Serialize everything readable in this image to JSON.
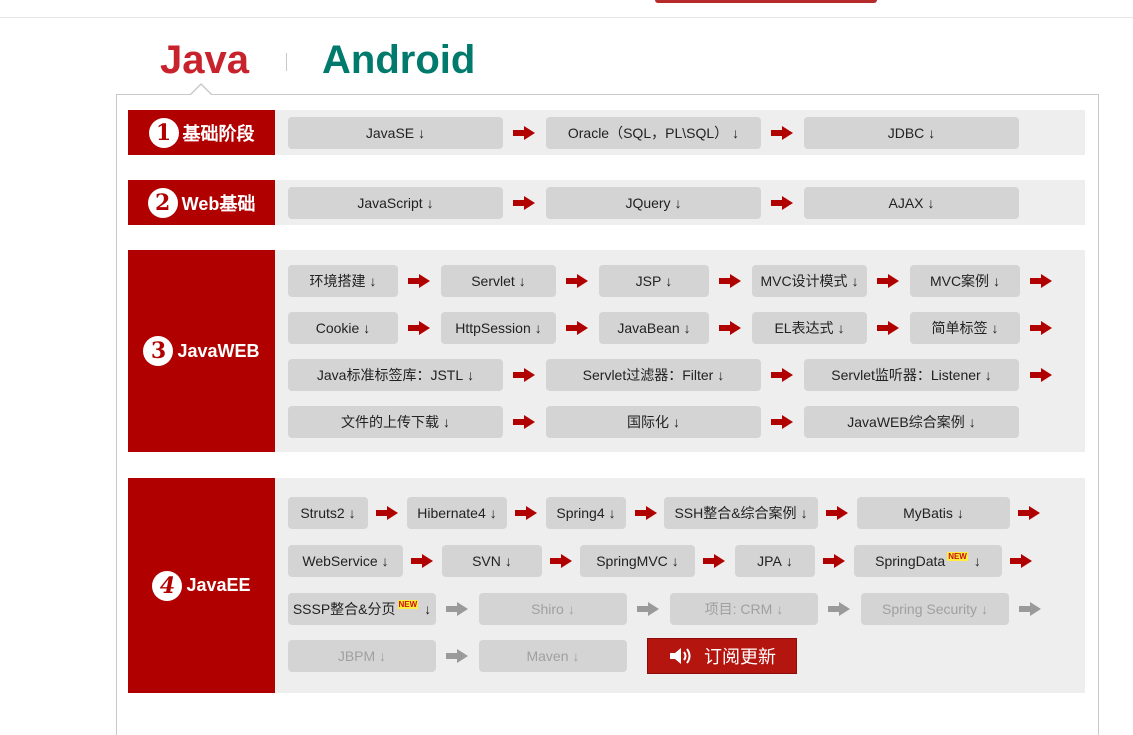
{
  "tabs": {
    "java": "Java",
    "android": "Android"
  },
  "stages": [
    {
      "num": "1",
      "label": "基础阶段"
    },
    {
      "num": "2",
      "label": "Web基础"
    },
    {
      "num": "3",
      "label": "JavaWEB"
    },
    {
      "num": "4",
      "label": "JavaEE"
    }
  ],
  "items": {
    "s1": [
      "JavaSE",
      "Oracle（SQL，PL\\SQL）",
      "JDBC"
    ],
    "s2": [
      "JavaScript",
      "JQuery",
      "AJAX"
    ],
    "s3r1": [
      "环境搭建",
      "Servlet",
      "JSP",
      "MVC设计模式",
      "MVC案例"
    ],
    "s3r2": [
      "Cookie",
      "HttpSession",
      "JavaBean",
      "EL表达式",
      "简单标签"
    ],
    "s3r3": [
      "Java标准标签库：JSTL",
      "Servlet过滤器：Filter",
      "Servlet监听器：Listener"
    ],
    "s3r4": [
      "文件的上传下载",
      "国际化",
      "JavaWEB综合案例"
    ],
    "s4r1": [
      "Struts2",
      "Hibernate4",
      "Spring4",
      "SSH整合&综合案例",
      "MyBatis"
    ],
    "s4r2": [
      "WebService",
      "SVN",
      "SpringMVC",
      "JPA",
      "SpringData"
    ],
    "s4r3": [
      "SSSP整合&分页",
      "Shiro",
      "项目: CRM",
      "Spring Security"
    ],
    "s4r4": [
      "JBPM",
      "Maven"
    ]
  },
  "new_badge": "NEW",
  "download_glyph": "↓",
  "subscribe": {
    "label": "订阅更新",
    "icon": "speaker-icon"
  },
  "colors": {
    "brand_red": "#b10000",
    "java_tab": "#c8232c",
    "android_tab": "#007a6c",
    "button_gray": "#d4d4d4",
    "stage_bg": "#eeeeee",
    "disabled_text": "#a0a0a0"
  }
}
